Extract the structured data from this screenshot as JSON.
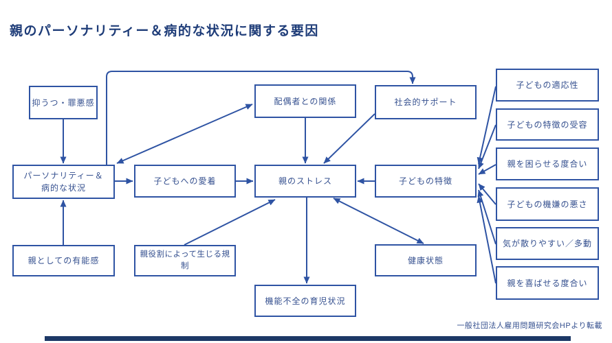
{
  "title": "親のパーソナリティー＆病的な状況に関する要因",
  "credit": "一般社団法人雇用問題研究会HPより転載",
  "colors": {
    "line": "#2e53a3",
    "box_border": "#2e53a3",
    "box_text": "#35508f",
    "title_text": "#1e3c78",
    "footer_bar": "#1d3866",
    "background": "#ffffff"
  },
  "nodes": {
    "depression": {
      "label": "抑うつ・罪悪感"
    },
    "personality": {
      "label": "パーソナリティー＆\n病的な状況"
    },
    "competence": {
      "label": "親としての有能感"
    },
    "attachment": {
      "label": "子どもへの愛着"
    },
    "role_restriction": {
      "label": "親役割によって生じる規制"
    },
    "spouse_relation": {
      "label": "配偶者との関係"
    },
    "parent_stress": {
      "label": "親のストレス"
    },
    "dysfunctional_parenting": {
      "label": "機能不全の育児状況"
    },
    "social_support": {
      "label": "社会的サポート"
    },
    "child_traits": {
      "label": "子どもの特徴"
    },
    "health": {
      "label": "健康状態"
    },
    "child_adaptability": {
      "label": "子どもの適応性"
    },
    "trait_acceptance": {
      "label": "子どもの特徴の受容"
    },
    "troubling_degree": {
      "label": "親を困らせる度合い"
    },
    "bad_mood": {
      "label": "子どもの機嫌の悪さ"
    },
    "distractible_hyperactive": {
      "label": "気が散りやすい／多動"
    },
    "pleasing_degree": {
      "label": "親を喜ばせる度合い"
    }
  }
}
